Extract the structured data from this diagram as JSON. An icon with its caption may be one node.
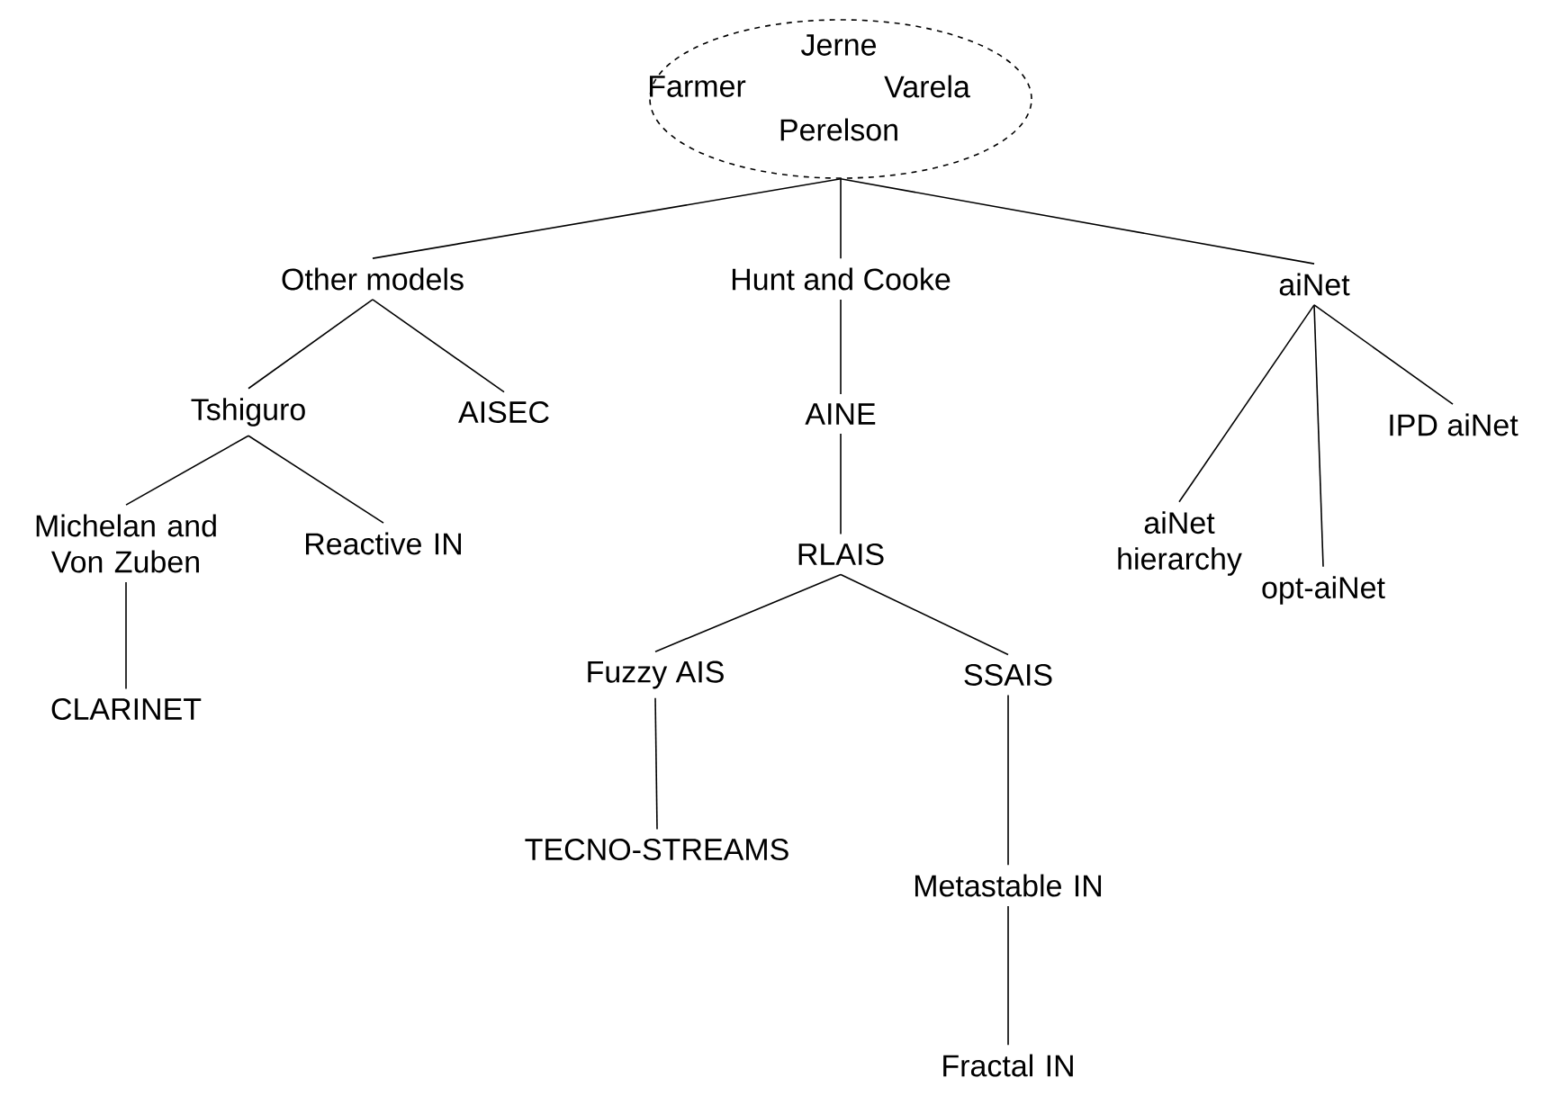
{
  "diagram": {
    "nodes": [
      {
        "text": [
          "Jerne",
          "Farmer",
          "Varela",
          "Perelson"
        ]
      },
      {
        "text": [
          "Other models"
        ]
      },
      {
        "text": [
          "Hunt and Cooke"
        ]
      },
      {
        "text": [
          "aiNet"
        ]
      },
      {
        "text": [
          "Tshiguro"
        ]
      },
      {
        "text": [
          "AISEC"
        ]
      },
      {
        "text": [
          "AINE"
        ]
      },
      {
        "text": [
          "aiNet hierarchy"
        ]
      },
      {
        "text": [
          "IPD aiNet"
        ]
      },
      {
        "text": [
          "Michelan and Von Zuben"
        ]
      },
      {
        "text": [
          "Reactive IN"
        ]
      },
      {
        "text": [
          "RLAIS"
        ]
      },
      {
        "text": [
          "opt-aiNet"
        ]
      },
      {
        "text": [
          "Fuzzy AIS"
        ]
      },
      {
        "text": [
          "SSAIS"
        ]
      },
      {
        "text": [
          "CLARINET"
        ]
      },
      {
        "text": [
          "TECNO-STREAMS"
        ]
      },
      {
        "text": [
          "Metastable IN"
        ]
      },
      {
        "text": [
          "Fractal IN"
        ]
      }
    ],
    "edges": [
      {
        "from": 0,
        "to": 1,
        "arrow": "none"
      },
      {
        "from": 0,
        "to": 2,
        "arrow": "none"
      },
      {
        "from": 0,
        "to": 3,
        "arrow": "none"
      },
      {
        "from": 1,
        "to": 4,
        "arrow": "none"
      },
      {
        "from": 1,
        "to": 5,
        "arrow": "none"
      },
      {
        "from": 2,
        "to": 6,
        "arrow": "none"
      },
      {
        "from": 3,
        "to": 7,
        "arrow": "none"
      },
      {
        "from": 3,
        "to": 12,
        "arrow": "none"
      },
      {
        "from": 3,
        "to": 8,
        "arrow": "none"
      },
      {
        "from": 4,
        "to": 9,
        "arrow": "none"
      },
      {
        "from": 4,
        "to": 10,
        "arrow": "none"
      },
      {
        "from": 6,
        "to": 11,
        "arrow": "none"
      },
      {
        "from": 9,
        "to": 15,
        "arrow": "none"
      },
      {
        "from": 11,
        "to": 13,
        "arrow": "none"
      },
      {
        "from": 11,
        "to": 14,
        "arrow": "none"
      },
      {
        "from": 13,
        "to": 16,
        "arrow": "none"
      },
      {
        "from": 14,
        "to": 17,
        "arrow": "none"
      },
      {
        "from": 17,
        "to": 18,
        "arrow": "none"
      }
    ]
  }
}
